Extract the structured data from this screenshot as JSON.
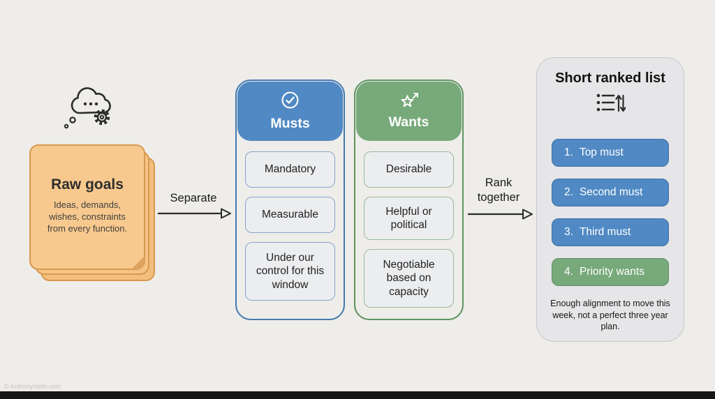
{
  "colors": {
    "background": "#eeede9",
    "blue": "#5089c4",
    "blue_dark": "#3e6fa5",
    "green": "#77a97a",
    "green_dark": "#5e8f61",
    "sticky_fill": "#f8c98e",
    "sticky_border": "#d89850",
    "panel_fill": "#e6e6e8"
  },
  "raw_goals": {
    "title": "Raw goals",
    "subtitle": "Ideas, demands, wishes, constraints from every function."
  },
  "flow": {
    "separate_label": "Separate",
    "rank_label": "Rank together"
  },
  "musts": {
    "title": "Musts",
    "items": [
      "Mandatory",
      "Measurable",
      "Under our control for this window"
    ]
  },
  "wants": {
    "title": "Wants",
    "items": [
      "Desirable",
      "Helpful or political",
      "Negotiable based on capacity"
    ]
  },
  "ranked": {
    "title": "Short ranked list",
    "items": [
      {
        "number": "1.",
        "label": "Top must",
        "color": "blue"
      },
      {
        "number": "2.",
        "label": "Second must",
        "color": "blue"
      },
      {
        "number": "3.",
        "label": "Third must",
        "color": "blue"
      },
      {
        "number": "4.",
        "label": "Priority wants",
        "color": "green"
      }
    ],
    "caption": "Enough alignment to move this week, not a perfect three year plan."
  },
  "footer": {
    "watermark": "© AnthonyVeltri.com"
  }
}
